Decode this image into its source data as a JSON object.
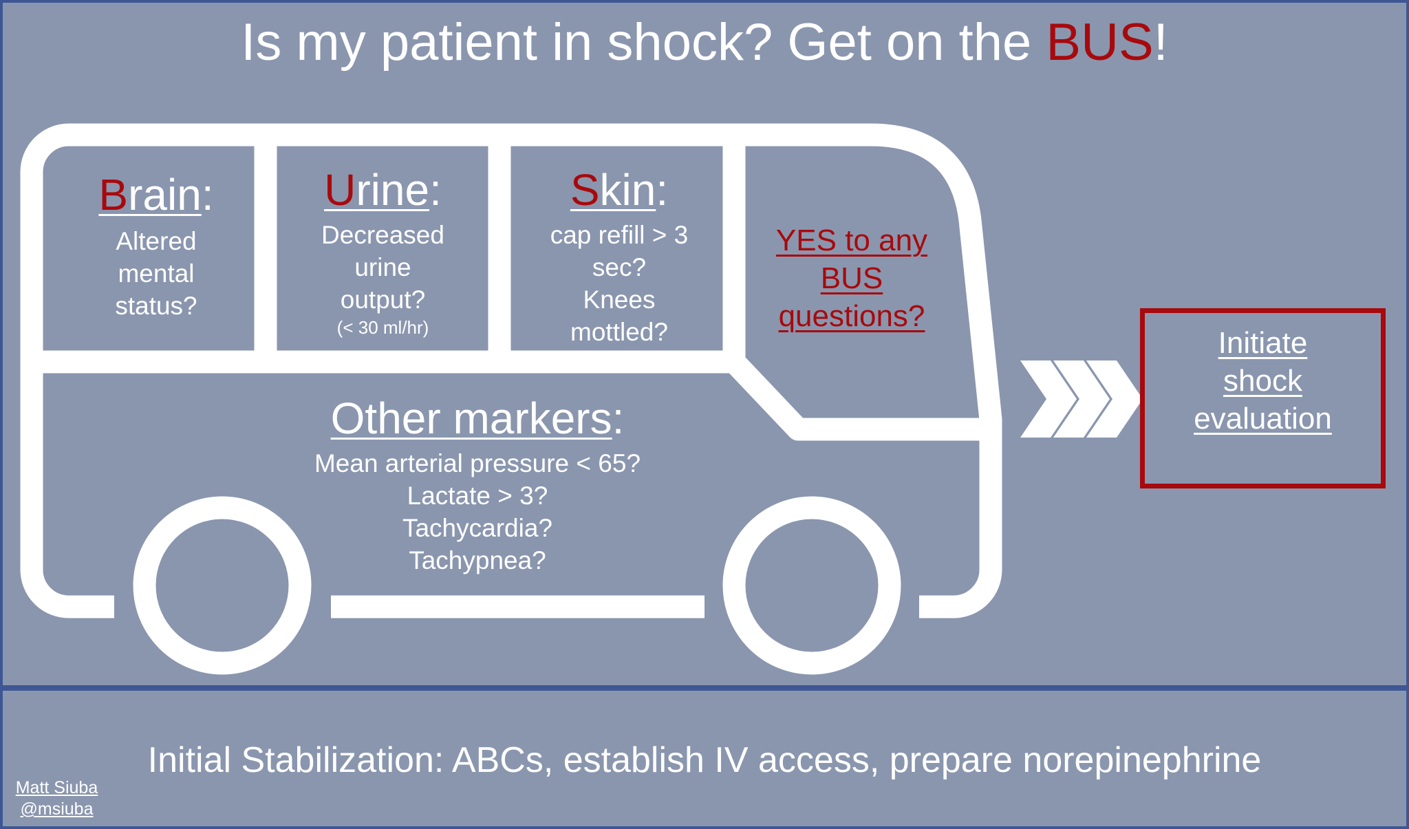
{
  "title": {
    "prefix": "Is my patient in shock? Get on the ",
    "highlight": "BUS",
    "suffix": "!"
  },
  "brain": {
    "letter": "B",
    "rest": "rain",
    "colon": ":",
    "lines": [
      "Altered",
      "mental",
      "status?"
    ]
  },
  "urine": {
    "letter": "U",
    "rest": "rine",
    "colon": ":",
    "lines": [
      "Decreased",
      "urine",
      "output?"
    ],
    "note": "(< 30 ml/hr)"
  },
  "skin": {
    "letter": "S",
    "rest": "kin",
    "colon": ":",
    "lines": [
      "cap refill > 3",
      "sec?",
      "Knees",
      "mottled?"
    ]
  },
  "yes_question": {
    "lines": [
      "YES to any",
      "BUS",
      "questions?"
    ]
  },
  "other": {
    "heading": "Other markers",
    "colon": ":",
    "lines": [
      "Mean arterial pressure < 65?",
      "Lactate > 3?",
      "Tachycardia?",
      "Tachypnea?"
    ]
  },
  "action": {
    "lines": [
      "Initiate",
      "shock",
      "evaluation"
    ]
  },
  "footer": {
    "text": "Initial Stabilization: ABCs, establish IV access, prepare norepinephrine"
  },
  "credit": {
    "name": "Matt Siuba",
    "handle": "@msiuba"
  },
  "colors": {
    "background": "#8a96ae",
    "border": "#3e5694",
    "accent_red": "#a8090c",
    "text": "#ffffff"
  },
  "icons": [
    "bus-icon",
    "chevron-arrows-icon"
  ]
}
